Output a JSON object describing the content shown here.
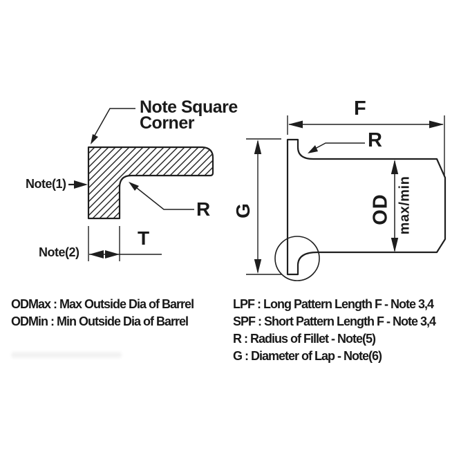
{
  "left_figure": {
    "callout_line1": "Note Square",
    "callout_line2": "Corner",
    "note1_label": "Note(1)",
    "note2_label": "Note(2)",
    "fillet_radius_label": "R",
    "thickness_label": "T"
  },
  "right_figure": {
    "pattern_length_label": "F",
    "fillet_radius_label": "R",
    "lap_diameter_label": "G",
    "outside_diameter_label": "OD",
    "od_tolerance_label": "max/min"
  },
  "legend": {
    "left": [
      "ODMax : Max Outside Dia of Barrel",
      "ODMin : Min Outside Dia of Barrel"
    ],
    "right": [
      "LPF : Long Pattern Length F - Note 3,4",
      "SPF : Short Pattern Length F - Note 3,4",
      "R : Radius of Fillet - Note(5)",
      "G : Diameter of Lap - Note(6)"
    ]
  },
  "colors": {
    "line": "#1e1e1e",
    "text": "#1a1a1a",
    "background": "#ffffff"
  }
}
